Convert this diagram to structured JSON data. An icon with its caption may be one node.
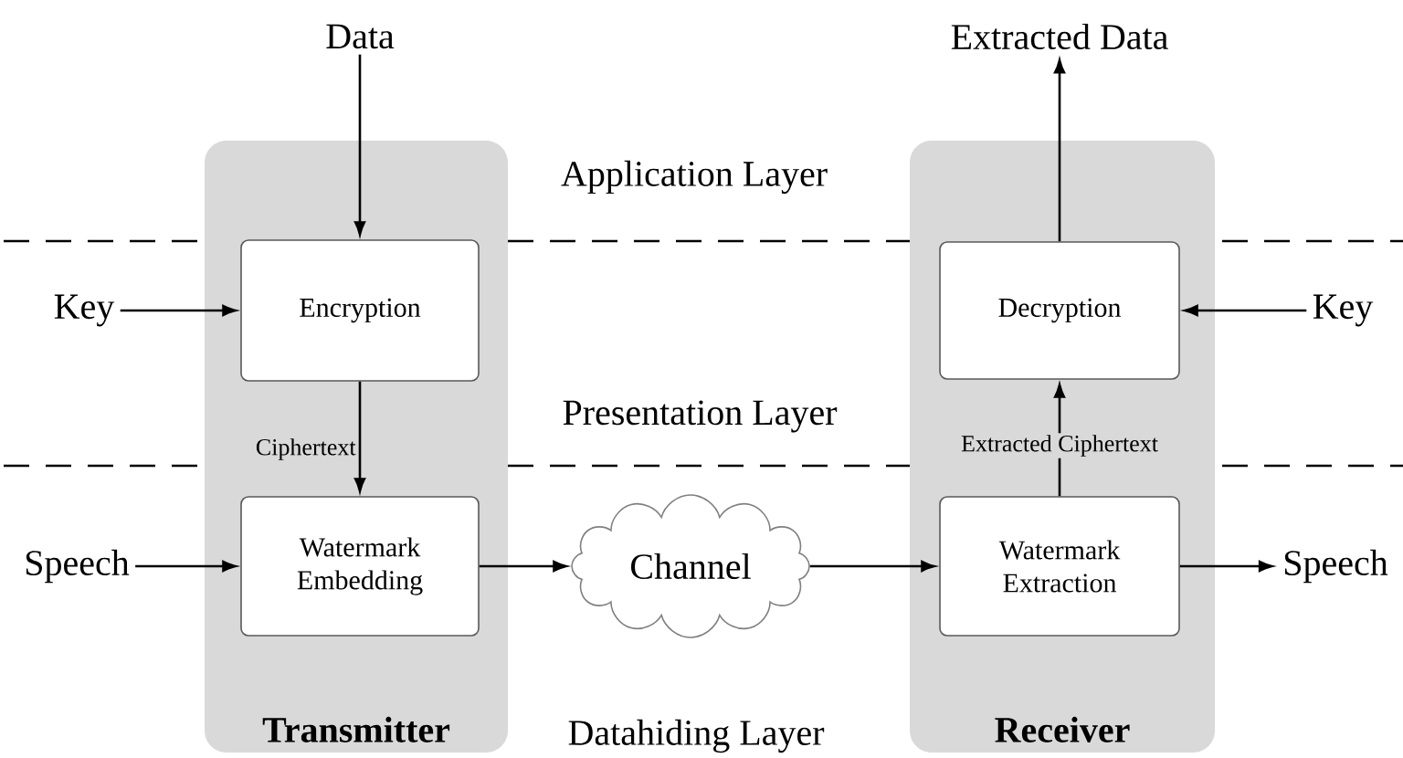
{
  "diagram": {
    "nodes": [
      {
        "text": [
          "Transmitter"
        ]
      },
      {
        "text": [
          "Encryption"
        ],
        "in": 0
      },
      {
        "text": [
          "Watermark Embedding"
        ],
        "in": 0
      },
      {
        "text": [
          "Receiver"
        ]
      },
      {
        "text": [
          "Decryption"
        ],
        "in": 3
      },
      {
        "text": [
          "Watermark Extraction"
        ],
        "in": 3
      },
      {
        "text": [
          "Channel"
        ]
      },
      {
        "text": [
          "Data"
        ]
      },
      {
        "text": [
          "Key"
        ]
      },
      {
        "text": [
          "Speech"
        ]
      },
      {
        "text": [
          "Extracted Data"
        ]
      },
      {
        "text": [
          "Key"
        ]
      },
      {
        "text": [
          "Speech"
        ]
      }
    ],
    "edges": [
      {
        "from": 7,
        "to": 1,
        "arrow": "to"
      },
      {
        "from": 8,
        "to": 1,
        "arrow": "to"
      },
      {
        "from": 1,
        "to": 2,
        "arrow": "to",
        "label": "Ciphertext"
      },
      {
        "from": 9,
        "to": 2,
        "arrow": "to"
      },
      {
        "from": 2,
        "to": 6,
        "arrow": "to"
      },
      {
        "from": 6,
        "to": 5,
        "arrow": "to"
      },
      {
        "from": 5,
        "to": 4,
        "arrow": "to",
        "label": "Extracted Ciphertext"
      },
      {
        "from": 11,
        "to": 4,
        "arrow": "to"
      },
      {
        "from": 4,
        "to": 10,
        "arrow": "to"
      },
      {
        "from": 5,
        "to": 12,
        "arrow": "to"
      }
    ],
    "labels": [
      "Application Layer",
      "Presentation Layer",
      "Datahiding Layer"
    ]
  }
}
